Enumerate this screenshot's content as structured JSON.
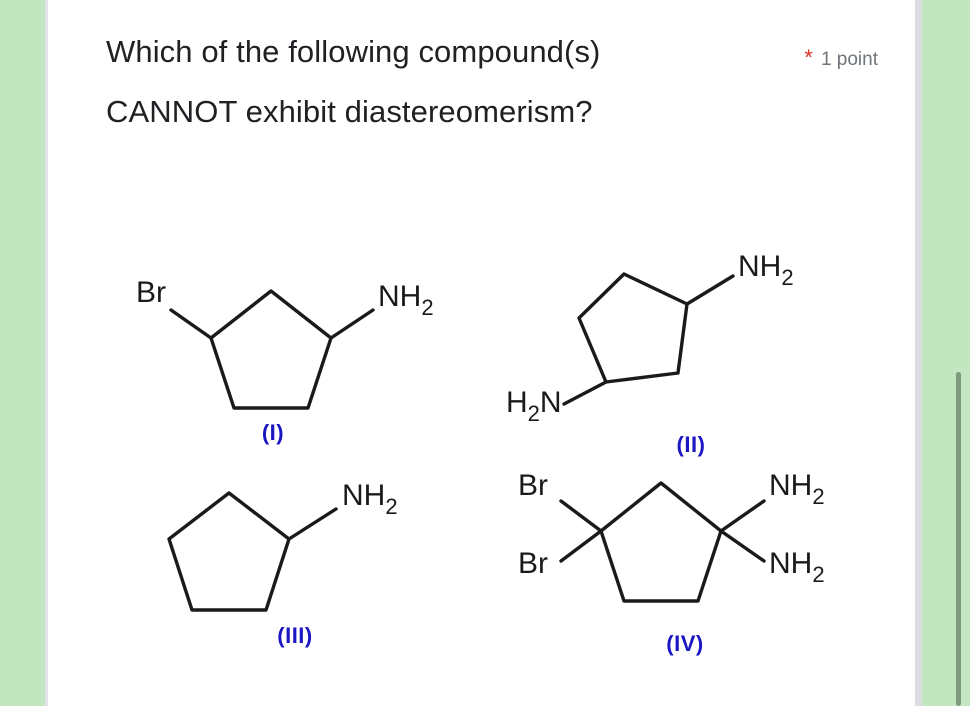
{
  "page": {
    "background_color": "#c2e6c0",
    "card_color": "#ffffff"
  },
  "question": {
    "text": "Which of the following compound(s) CANNOT exhibit diastereomerism?",
    "required_marker": "*",
    "required_color": "#d93025",
    "points_label": "1 point",
    "points_color": "#70757a"
  },
  "structures": {
    "label_color": "#1a16c2",
    "bond_color": "#1a1a1a",
    "items": [
      {
        "label": "(I)",
        "ring": "cyclopentane",
        "substituents": [
          {
            "text": "Br",
            "position": "upper-left"
          },
          {
            "text": "NH",
            "sub": "2",
            "position": "upper-right"
          }
        ],
        "labels": {
          "left": "Br",
          "right_main": "NH",
          "right_sub": "2"
        }
      },
      {
        "label": "(II)",
        "ring": "cyclopentane",
        "substituents": [
          {
            "text": "NH",
            "sub": "2",
            "position": "upper-right"
          },
          {
            "text": "H2N",
            "position": "lower-left"
          }
        ],
        "labels": {
          "right_main": "NH",
          "right_sub": "2",
          "left_main_a": "H",
          "left_sub": "2",
          "left_main_b": "N"
        }
      },
      {
        "label": "(III)",
        "ring": "cyclopentane",
        "substituents": [
          {
            "text": "NH",
            "sub": "2",
            "position": "upper-right"
          }
        ],
        "labels": {
          "right_main": "NH",
          "right_sub": "2"
        }
      },
      {
        "label": "(IV)",
        "ring": "cyclopentane",
        "substituents": [
          {
            "text": "Br",
            "position": "upper-left"
          },
          {
            "text": "Br",
            "position": "lower-left"
          },
          {
            "text": "NH",
            "sub": "2",
            "position": "upper-right"
          },
          {
            "text": "NH",
            "sub": "2",
            "position": "lower-right"
          }
        ],
        "labels": {
          "left_top": "Br",
          "left_bottom": "Br",
          "right_top_main": "NH",
          "right_top_sub": "2",
          "right_bottom_main": "NH",
          "right_bottom_sub": "2"
        }
      }
    ]
  },
  "scrollbar": {
    "thumb_color": "#7d9a7d"
  }
}
